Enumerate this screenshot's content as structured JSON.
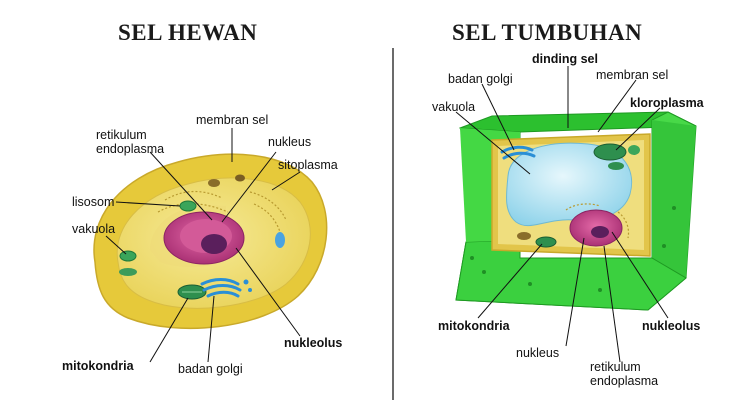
{
  "animal_cell": {
    "title": "SEL HEWAN",
    "labels": {
      "membran_sel": "membran sel",
      "retikulum_endoplasma": "retikulum\nendoplasma",
      "nukleus": "nukleus",
      "sitoplasma": "sitoplasma",
      "lisosom": "lisosom",
      "vakuola": "vakuola",
      "nukleolus": "nukleolus",
      "mitokondria": "mitokondria",
      "badan_golgi": "badan golgi"
    }
  },
  "plant_cell": {
    "title": "SEL TUMBUHAN",
    "labels": {
      "dinding_sel": "dinding sel",
      "badan_golgi": "badan golgi",
      "membran_sel": "membran sel",
      "vakuola": "vakuola",
      "kloroplasma": "kloroplasma",
      "mitokondria": "mitokondria",
      "nukleolus": "nukleolus",
      "nukleus": "nukleus",
      "retikulum_endoplasma": "retikulum\nendoplasma"
    }
  },
  "colors": {
    "cytoplasm": "#f3e27a",
    "membrane": "#e8c93a",
    "nucleus": "#c23a86",
    "nucleolus": "#5a1f5c",
    "cell_wall": "#3fd140",
    "vacuole": "#b9e6f4",
    "mitochondria": "#3aa55a",
    "golgi": "#2a8fd6"
  }
}
